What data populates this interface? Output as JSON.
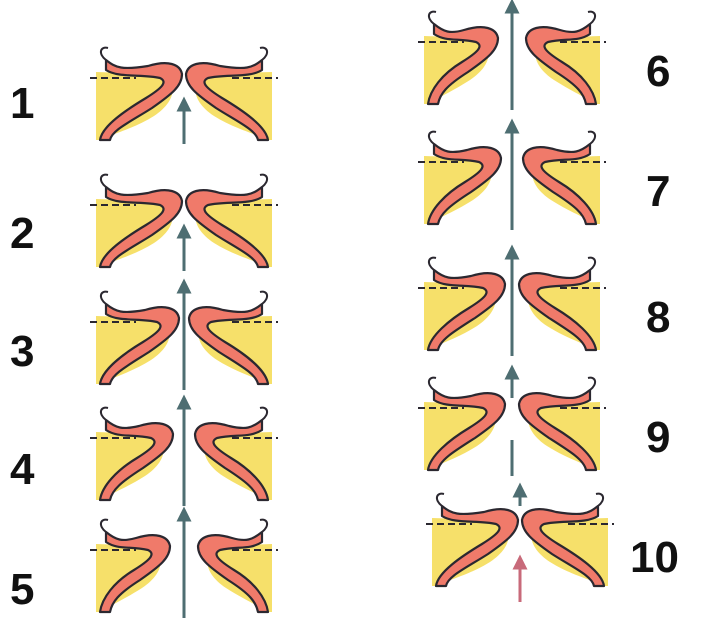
{
  "diagram": {
    "colors": {
      "tissue_fill": "#F07A6A",
      "tissue_stroke": "#2B2830",
      "tray_fill": "#F6E06A",
      "dashed_line": "#2B2830",
      "arrow": "#4E6E72",
      "arrow_alt": "#C86A7A"
    },
    "frames": [
      {
        "label": "1",
        "state": "closed",
        "arrow": "below"
      },
      {
        "label": "2",
        "state": "closed",
        "arrow": "below"
      },
      {
        "label": "3",
        "state": "opening",
        "arrow": "through"
      },
      {
        "label": "4",
        "state": "open",
        "arrow": "through"
      },
      {
        "label": "5",
        "state": "wide-open",
        "arrow": "through"
      },
      {
        "label": "6",
        "state": "wide-open",
        "arrow": "through"
      },
      {
        "label": "7",
        "state": "open",
        "arrow": "through"
      },
      {
        "label": "8",
        "state": "closing",
        "arrow": "through"
      },
      {
        "label": "9",
        "state": "closing",
        "arrow": "split"
      },
      {
        "label": "10",
        "state": "closed",
        "arrow": "split-alt"
      }
    ]
  }
}
